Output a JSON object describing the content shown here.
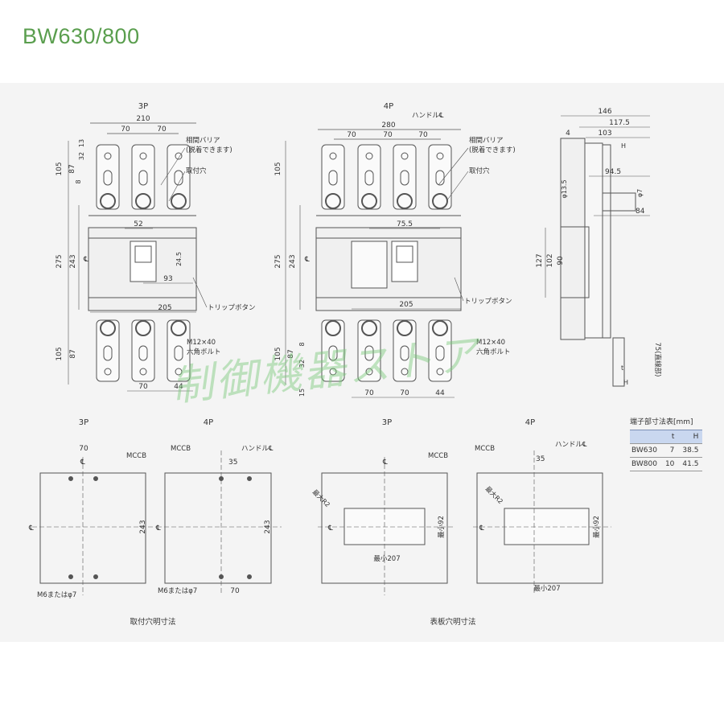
{
  "title": "BW630/800",
  "watermark": "制御機器ストア",
  "views": {
    "3p_label": "3P",
    "4p_label": "4P",
    "handle_center": "ハンドル℄",
    "phase_barrier": "相間バリア",
    "removable": "(脱着できます)",
    "mounting_hole": "取付穴",
    "trip_button": "トリップボタン",
    "bolt_size": "M12×40",
    "hex_bolt": "六角ボルト",
    "straight_part": "75(直線部)"
  },
  "dims_3p": {
    "width": "210",
    "p1": "70",
    "p2": "70",
    "top": "105",
    "d87": "87",
    "d32": "32",
    "d13": "13",
    "d8": "8",
    "total": "275",
    "body": "243",
    "d52": "52",
    "d24_5": "24.5",
    "d93": "93",
    "d205": "205",
    "bottom": "105",
    "b87": "87",
    "b70": "70",
    "b44": "44"
  },
  "dims_4p": {
    "width": "280",
    "p1": "70",
    "p2": "70",
    "p3": "70",
    "top": "105",
    "total": "275",
    "body": "243",
    "d75_5": "75.5",
    "d205": "205",
    "bottom": "105",
    "b87": "87",
    "b32": "32",
    "b8": "8",
    "b15": "15",
    "b70a": "70",
    "b70b": "70",
    "b44": "44"
  },
  "dims_side": {
    "d146": "146",
    "d117_5": "117.5",
    "d103": "103",
    "d4": "4",
    "d13_5": "φ13.5",
    "d94_5": "94.5",
    "d7": "φ7",
    "d84": "84",
    "d127": "127",
    "d102": "102",
    "d90": "90",
    "H": "H",
    "t": "t"
  },
  "terminal_table": {
    "caption": "端子部寸法表[mm]",
    "headers": [
      "",
      "t",
      "H"
    ],
    "rows": [
      {
        "model": "BW630",
        "t": "7",
        "H": "38.5"
      },
      {
        "model": "BW800",
        "t": "10",
        "H": "41.5"
      }
    ]
  },
  "cutouts": {
    "mount_3p": {
      "label": "3P",
      "d70": "70",
      "mccb": "MCCB",
      "d243": "243",
      "screw": "M6またはφ7"
    },
    "mount_4p": {
      "label": "4P",
      "mccb": "MCCB",
      "handle": "ハンドル℄",
      "d35": "35",
      "d243": "243",
      "screw": "M6またはφ7",
      "d70": "70"
    },
    "panel_3p": {
      "label": "3P",
      "mccb": "MCCB",
      "radius": "最大R2",
      "min92": "最小92",
      "min207": "最小207"
    },
    "panel_4p": {
      "label": "4P",
      "mccb": "MCCB",
      "handle": "ハンドル℄",
      "d35": "35",
      "radius": "最大R2",
      "min92": "最小92",
      "min207": "最小207"
    },
    "mount_caption": "取付穴明寸法",
    "panel_caption": "表板穴明寸法"
  },
  "colors": {
    "title": "#5a9e4e",
    "line": "#555555",
    "background": "#f4f4f4"
  }
}
